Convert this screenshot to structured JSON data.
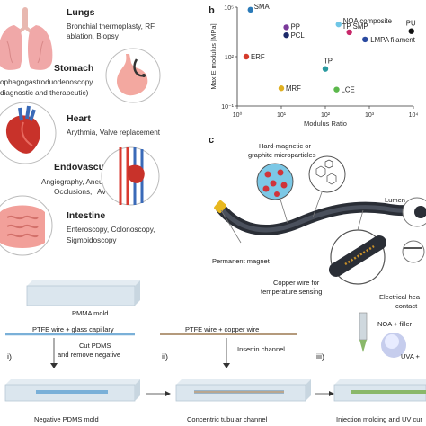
{
  "panel_a": {
    "organs": [
      {
        "title": "Lungs",
        "lines": [
          "Bronchial thermoplasty, RF",
          "ablation, Biopsy"
        ]
      },
      {
        "title": "Stomach",
        "lines": [
          "ophagogastroduodenoscopy",
          "diagnostic and therapeutic)"
        ]
      },
      {
        "title": "Heart",
        "lines": [
          "Arythmia, Valve replacement"
        ]
      },
      {
        "title": "Endovascular",
        "lines": [
          "Angiography, Aneurysms,",
          "Occlusions,",
          "AVMs"
        ]
      },
      {
        "title": "Intestine",
        "lines": [
          "Enteroscopy, Colonoscopy,",
          "Sigmoidoscopy"
        ]
      }
    ]
  },
  "panel_b": {
    "label": "b",
    "chart_data": {
      "type": "scatter",
      "xlabel": "Modulus Ratio",
      "ylabel": "Max E modulus [MPa]",
      "xscale": "log",
      "yscale": "log",
      "xlim": [
        1,
        10000
      ],
      "ylim": [
        0.1,
        100000
      ],
      "x_ticks": [
        "10⁰",
        "10¹",
        "10²",
        "10³",
        "10⁴"
      ],
      "y_ticks": [
        "10⁻¹",
        "10²",
        "10⁵"
      ],
      "points": [
        {
          "label": "SMA",
          "x": 2,
          "y": 70000,
          "color": "#2a7ab8"
        },
        {
          "label": "PP",
          "x": 13,
          "y": 6000,
          "color": "#7a3a9a"
        },
        {
          "label": "PCL",
          "x": 13,
          "y": 2000,
          "color": "#1c2a6a"
        },
        {
          "label": "NOA composite",
          "x": 200,
          "y": 9000,
          "color": "#6fc6e6"
        },
        {
          "label": "TP SMP",
          "x": 350,
          "y": 3000,
          "color": "#c8286a"
        },
        {
          "label": "LMPA filament",
          "x": 800,
          "y": 1100,
          "color": "#2a4aa0"
        },
        {
          "label": "PU",
          "x": 9000,
          "y": 3500,
          "color": "#111111"
        },
        {
          "label": "ERF",
          "x": 1.6,
          "y": 100,
          "color": "#d43a2a"
        },
        {
          "label": "TP",
          "x": 100,
          "y": 18,
          "color": "#2a9aa0"
        },
        {
          "label": "MRF",
          "x": 10,
          "y": 1.2,
          "color": "#e0b020"
        },
        {
          "label": "LCE",
          "x": 180,
          "y": 1.0,
          "color": "#5cb84c"
        }
      ]
    }
  },
  "panel_c": {
    "label": "c",
    "labels": {
      "microparticles": [
        "Hard-magnetic or",
        "graphite microparticles"
      ],
      "lumen": "Lumen",
      "magnet": "Permanent magnet",
      "copper": [
        "Copper wire for",
        "temperature sensing"
      ],
      "electrical": [
        "Electrical hea",
        "contact"
      ]
    }
  },
  "fabrication": {
    "mold_label": "PMMA mold",
    "steps": [
      {
        "num": "i)",
        "top": "PTFE wire + glass capillary",
        "action": [
          "Cut PDMS",
          "and remove negative"
        ],
        "bottom": "Negative PDMS mold"
      },
      {
        "num": "ii)",
        "top": "PTFE wire + copper wire",
        "action": [
          "Insertin channel"
        ],
        "bottom": "Concentric tubular channel"
      },
      {
        "num": "iii)",
        "top": "NOA + filler",
        "action": [
          "UVA +"
        ],
        "bottom": "Injection molding and UV cur"
      }
    ]
  }
}
